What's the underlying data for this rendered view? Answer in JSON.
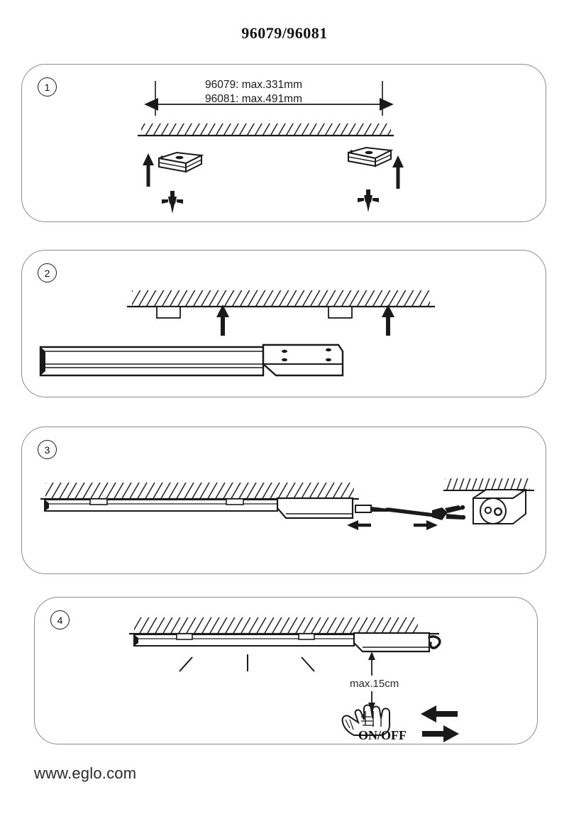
{
  "document": {
    "title": "96079/96081",
    "footer_url": "www.eglo.com",
    "brand": "EGLO",
    "sheet_type": "installation-instructions"
  },
  "colors": {
    "ink": "#1a1a1a",
    "panel_border": "#8c8c8c",
    "page_background": "#ffffff",
    "fixture_fill": "#ffffff",
    "hatch_stroke": "#1a1a1a"
  },
  "steps": [
    {
      "number": "1",
      "id": "step-1",
      "name": "mark-and-fix-ceiling-brackets",
      "dimension": {
        "line_1": "96079:  max.331mm",
        "line_2": "96081:  max.491mm",
        "arrow": "double-headed-horizontal"
      },
      "icons": {
        "ceiling": "hatched-ceiling",
        "bracket": "mounting-bracket",
        "fastener": "wall-anchor-screw",
        "direction": "arrow-up"
      },
      "bracket_count": 2
    },
    {
      "number": "2",
      "id": "step-2",
      "name": "lift-fixture-onto-brackets",
      "icons": {
        "ceiling": "hatched-ceiling",
        "bracket": "mounted-bracket",
        "fixture": "linear-led-fixture",
        "direction": "arrow-up"
      },
      "bracket_count": 2,
      "arrow_count": 2
    },
    {
      "number": "3",
      "id": "step-3",
      "name": "connect-power-cord-to-socket",
      "icons": {
        "ceiling": "hatched-ceiling",
        "fixture": "installed-linear-led-fixture",
        "connector": "cord-connector",
        "plug": "euro-plug",
        "socket": "wall-socket",
        "wall": "hatched-wall",
        "direction_left": "arrow-left",
        "direction_right": "arrow-right"
      }
    },
    {
      "number": "4",
      "id": "step-4",
      "name": "operate-on-off-switch",
      "measure_label": "max.15cm",
      "switch_label": "ON/OFF",
      "icons": {
        "ceiling": "hatched-ceiling",
        "fixture": "installed-linear-led-fixture",
        "light_rays": "light-emission-rays",
        "cord": "curled-cord",
        "hand": "hand-icon",
        "measure_arrow": "double-headed-vertical-arrow",
        "direction_left": "arrow-left",
        "direction_right": "arrow-right"
      },
      "ray_count": 3
    }
  ]
}
